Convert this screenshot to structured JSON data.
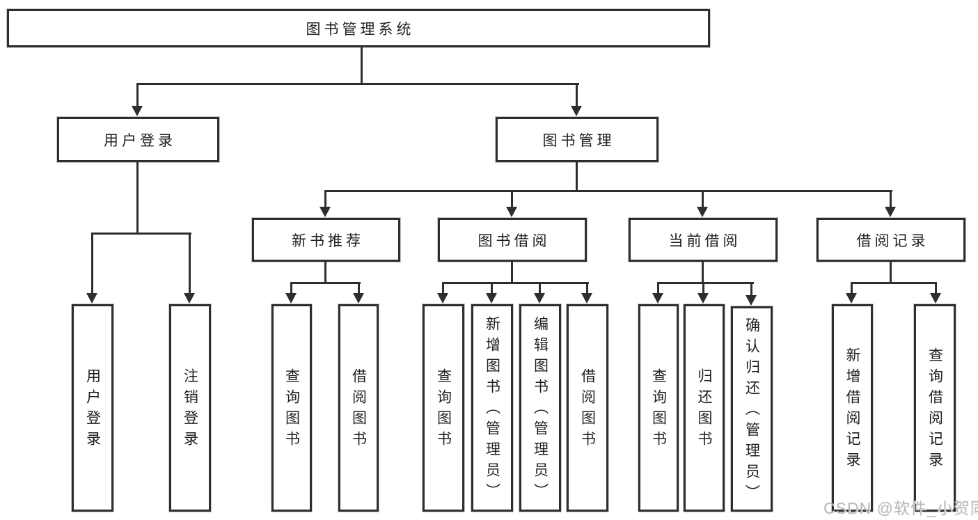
{
  "watermark": "CSDN @软件_小贺同学",
  "colors": {
    "line": "#2e2e2e",
    "text": "#1f1f1f",
    "watermark": "#b9b9b9",
    "background": "#ffffff"
  },
  "tree": {
    "root": "图书管理系统",
    "user_login": {
      "label": "用户登录",
      "children": {
        "login": "用户登录",
        "logout": "注销登录"
      }
    },
    "book_management": {
      "label": "图书管理",
      "children": {
        "new_book_recommend": {
          "label": "新书推荐",
          "children": {
            "query_books": "查询图书",
            "borrow_books": "借阅图书"
          }
        },
        "book_borrowing": {
          "label": "图书借阅",
          "children": {
            "query_books": "查询图书",
            "add_books_admin": "新增图书（管理员）",
            "edit_books_admin": "编辑图书（管理员）",
            "borrow_books": "借阅图书"
          }
        },
        "current_borrowing": {
          "label": "当前借阅",
          "children": {
            "query_books": "查询图书",
            "return_books": "归还图书",
            "confirm_return_admin": "确认归还（管理员）"
          }
        },
        "borrowing_records": {
          "label": "借阅记录",
          "children": {
            "add_record": "新增借阅记录",
            "query_record": "查询借阅记录"
          }
        }
      }
    }
  }
}
